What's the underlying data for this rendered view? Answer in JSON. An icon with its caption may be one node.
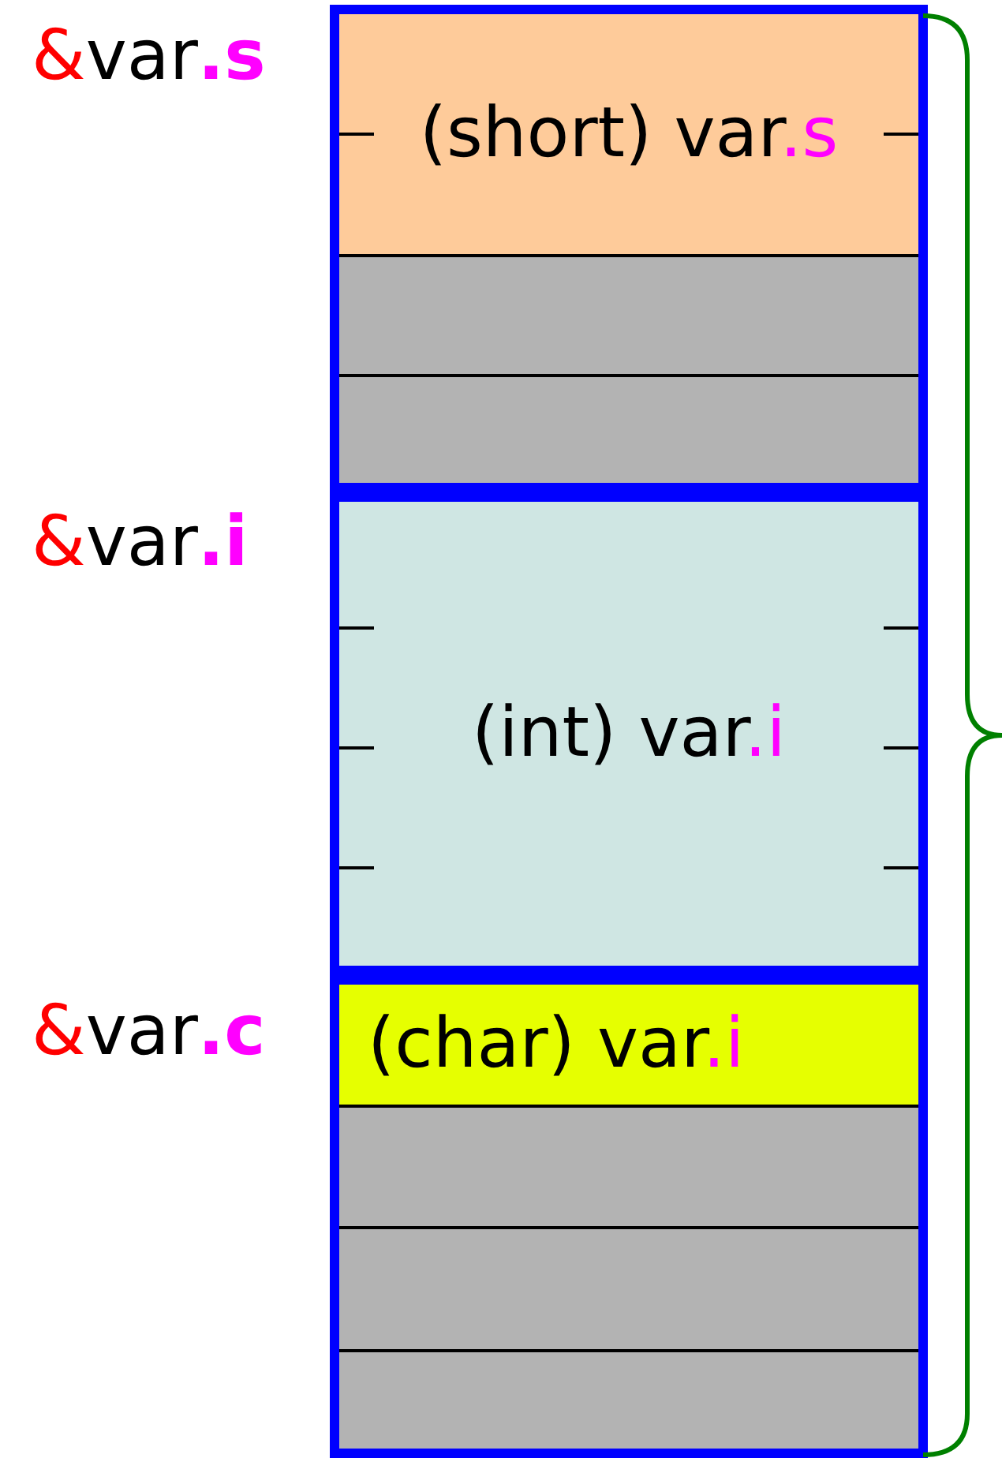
{
  "diagram": {
    "nodes": [
      {
        "text": [],
        "shape": "box"
      },
      {
        "text": [
          "(short) var.s"
        ],
        "in": 0
      },
      {
        "text": [],
        "shape": "box",
        "in": 0
      },
      {
        "text": [],
        "shape": "box",
        "in": 0
      },
      {
        "text": [
          "(int) var.i"
        ]
      },
      {
        "text": [],
        "shape": "box"
      },
      {
        "text": [
          "(char) var.i"
        ],
        "in": 5
      },
      {
        "text": [],
        "shape": "box",
        "in": 5
      },
      {
        "text": [],
        "shape": "box",
        "in": 5
      },
      {
        "text": [],
        "shape": "box",
        "in": 5
      }
    ],
    "edges": [],
    "labels": [
      "&var**.s**",
      "&var**.i**",
      "&var**.c**"
    ]
  }
}
